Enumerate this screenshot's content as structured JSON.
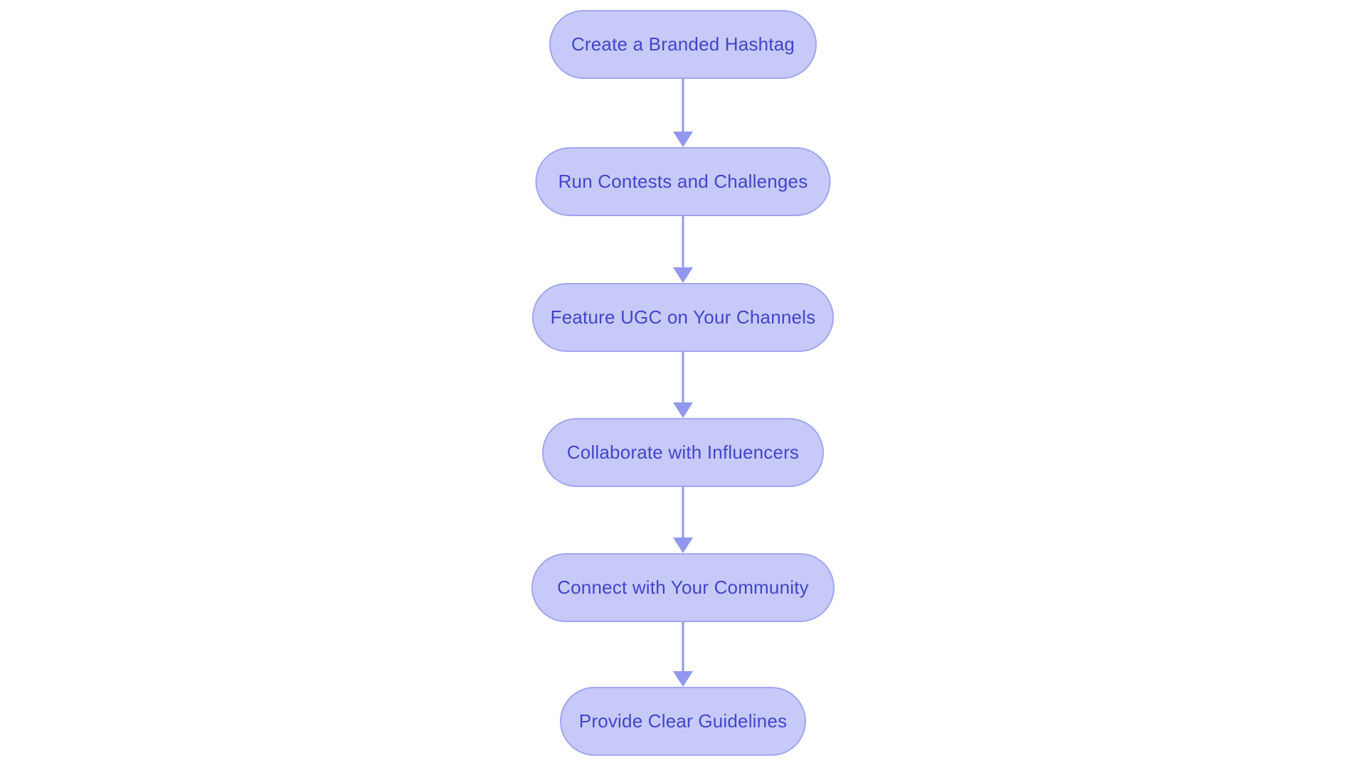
{
  "diagram": {
    "type": "flowchart",
    "direction": "top-down",
    "nodes": [
      {
        "id": "step-1",
        "label": "Create a Branded Hashtag"
      },
      {
        "id": "step-2",
        "label": "Run Contests and Challenges"
      },
      {
        "id": "step-3",
        "label": "Feature UGC on Your Channels"
      },
      {
        "id": "step-4",
        "label": "Collaborate with Influencers"
      },
      {
        "id": "step-5",
        "label": "Connect with Your Community"
      },
      {
        "id": "step-6",
        "label": "Provide Clear Guidelines"
      }
    ],
    "connections": [
      {
        "from": "step-1",
        "to": "step-2",
        "style": "arrow-down"
      },
      {
        "from": "step-2",
        "to": "step-3",
        "style": "arrow-down"
      },
      {
        "from": "step-3",
        "to": "step-4",
        "style": "arrow-down"
      },
      {
        "from": "step-4",
        "to": "step-5",
        "style": "arrow-down"
      },
      {
        "from": "step-5",
        "to": "step-6",
        "style": "arrow-down"
      }
    ]
  },
  "colors": {
    "node_fill": "#c7c9f8",
    "node_border": "#a2a6f0",
    "node_text": "#4245c9",
    "arrow": "#9298ee",
    "background": "#ffffff"
  }
}
